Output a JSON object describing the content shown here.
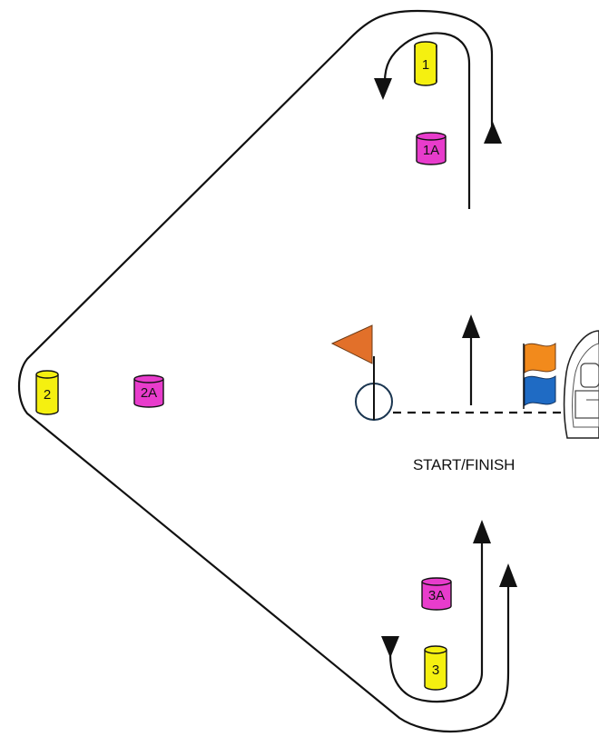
{
  "colors": {
    "line": "#111111",
    "course_mark": "#f5f010",
    "offset_mark": "#e83ccc",
    "mark_pole_flag": "#e2702a",
    "mark_pole_ring": "#1a3550",
    "flag_orange": "#f28a1c",
    "flag_blue": "#1f6bc4",
    "boat_hull": "#ffffff"
  },
  "marks": {
    "m1": {
      "label": "1",
      "kind": "course"
    },
    "m1a": {
      "label": "1A",
      "kind": "offset"
    },
    "m2": {
      "label": "2",
      "kind": "course"
    },
    "m2a": {
      "label": "2A",
      "kind": "offset"
    },
    "m3": {
      "label": "3",
      "kind": "course"
    },
    "m3a": {
      "label": "3A",
      "kind": "offset"
    }
  },
  "start_finish": {
    "label": "START/FINISH"
  },
  "icons": {
    "start_pin": "orange-flag-pin-icon",
    "committee_flags": "orange-blue-flags-icon",
    "committee_boat": "motorboat-icon"
  }
}
